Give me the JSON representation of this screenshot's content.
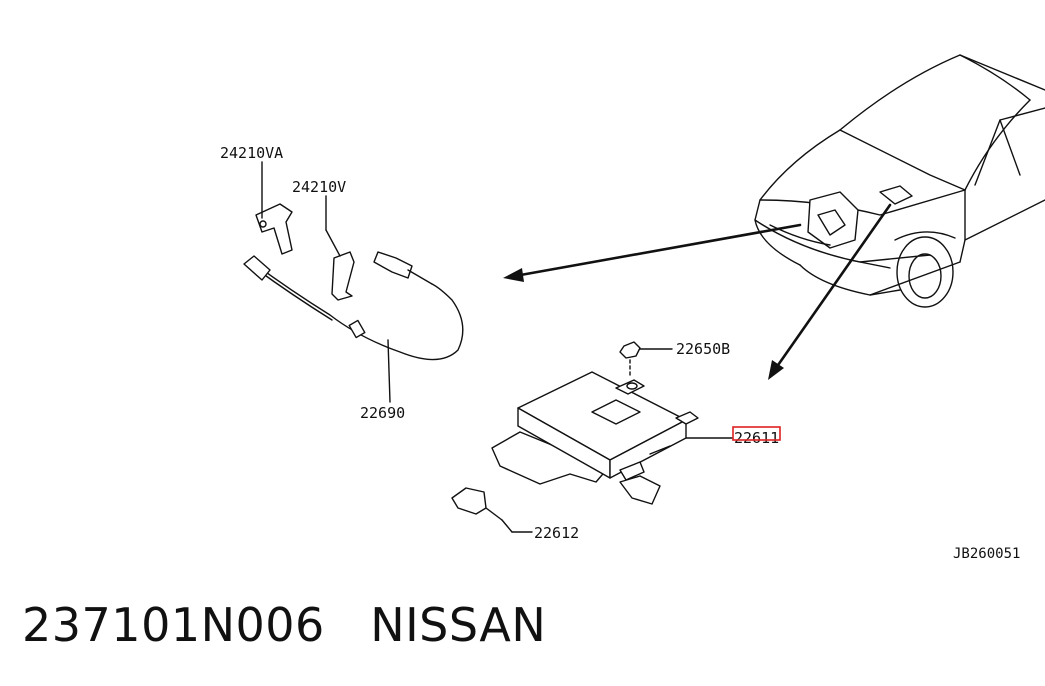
{
  "callouts": {
    "p24210va": "24210VA",
    "p24210v": "24210V",
    "p22690": "22690",
    "p22650b": "22650B",
    "p22611": "22611",
    "p22612": "22612"
  },
  "diagram_ref": "JB260051",
  "caption": {
    "part_number": "237101N006",
    "brand": "NISSAN"
  },
  "highlight_color": "#e02020"
}
